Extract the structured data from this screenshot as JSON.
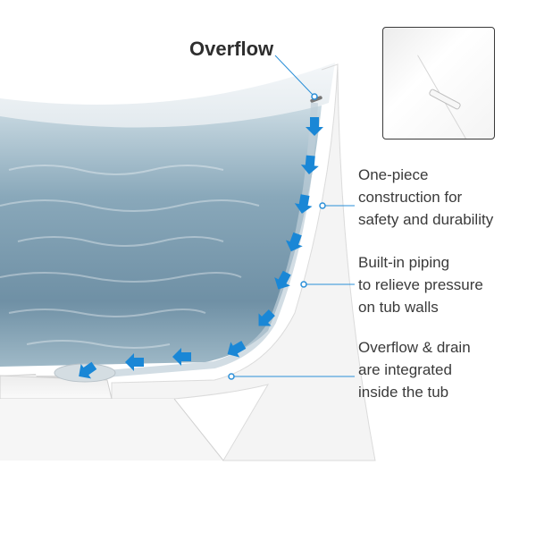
{
  "labels": {
    "title": "Overflow",
    "callout1": [
      "One-piece",
      "construction for",
      "safety and durability"
    ],
    "callout2": [
      "Built-in piping",
      "to relieve pressure",
      "on tub walls"
    ],
    "callout3": [
      "Overflow & drain",
      "are integrated",
      "inside the tub"
    ]
  },
  "icons": {
    "flow_arrow": "arrow-icon",
    "leader_dot": "dot-icon"
  },
  "colors": {
    "arrow": "#1a87d6",
    "water_light": "#b8d0dc",
    "water_dark": "#5f7f95",
    "leader": "#2a8fd8",
    "text": "#3a3a3a"
  }
}
